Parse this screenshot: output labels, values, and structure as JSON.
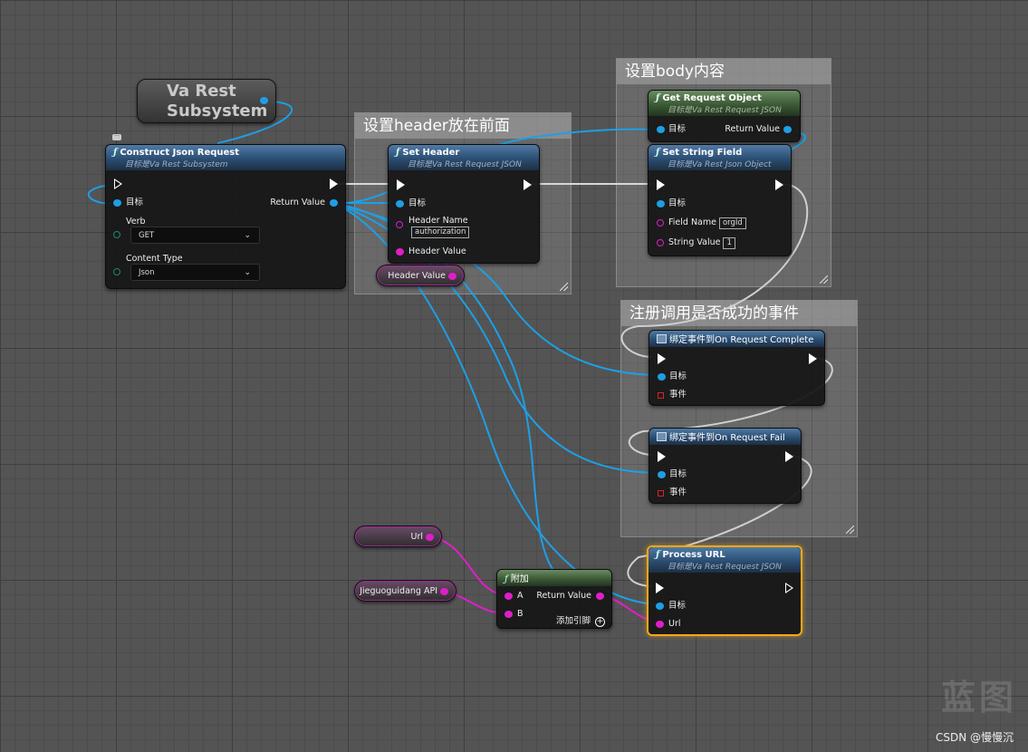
{
  "comments": {
    "header_group": "设置header放在前面",
    "body_group": "设置body内容",
    "events_group": "注册调用是否成功的事件"
  },
  "va_rest_subsystem": {
    "line1": "Va Rest",
    "line2": "Subsystem"
  },
  "construct_json": {
    "title": "Construct Json Request",
    "subtitle": "目标是Va Rest Subsystem",
    "target_label": "目标",
    "return_label": "Return Value",
    "verb_label": "Verb",
    "verb_value": "GET",
    "content_type_label": "Content Type",
    "content_type_value": "Json"
  },
  "set_header": {
    "title": "Set Header",
    "subtitle": "目标是Va Rest Request JSON",
    "target_label": "目标",
    "header_name_label": "Header Name",
    "header_name_value": "authorization",
    "header_value_label": "Header Value"
  },
  "header_value_var": "Header Value",
  "get_request_object": {
    "title": "Get Request Object",
    "subtitle": "目标是Va Rest Request JSON",
    "target_label": "目标",
    "return_label": "Return Value"
  },
  "set_string_field": {
    "title": "Set String Field",
    "subtitle": "目标是Va Rest Json Object",
    "target_label": "目标",
    "field_name_label": "Field Name",
    "field_name_value": "orgId",
    "string_value_label": "String Value",
    "string_value_value": "1"
  },
  "bind_complete": {
    "title": "绑定事件到On Request Complete",
    "target_label": "目标",
    "event_label": "事件"
  },
  "bind_fail": {
    "title": "绑定事件到On Request Fail",
    "target_label": "目标",
    "event_label": "事件"
  },
  "url_var": "Url",
  "api_var": "Jieguoguidang API",
  "append": {
    "title": "附加",
    "a_label": "A",
    "b_label": "B",
    "return_label": "Return Value",
    "add_pin_label": "添加引脚"
  },
  "process_url": {
    "title": "Process URL",
    "subtitle": "目标是Va Rest Request JSON",
    "target_label": "目标",
    "url_label": "Url"
  },
  "watermark": "蓝图",
  "credit": "CSDN @慢慢沉",
  "colors": {
    "object_pin": "#1d9fe6",
    "string_pin": "#e01ec8",
    "exec_wire": "#ffffff",
    "selection": "#f4a81a",
    "function_header": "#2b4d72",
    "pure_header": "#3c5a36"
  },
  "icons": [
    "function-icon",
    "event-bind-icon",
    "add-pin-icon",
    "chevron-down-icon",
    "comment-icon"
  ]
}
